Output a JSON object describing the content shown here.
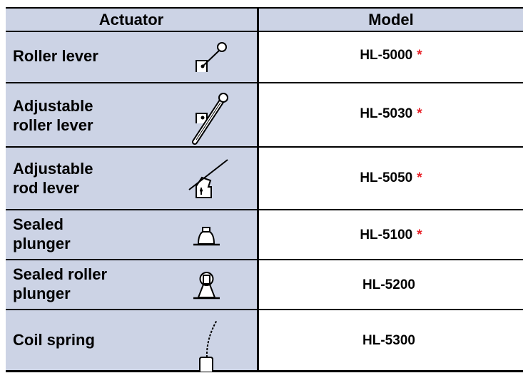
{
  "table": {
    "headers": {
      "actuator": "Actuator",
      "model": "Model"
    },
    "colors": {
      "header_fill": "#ccd3e5",
      "left_fill": "#ccd3e5",
      "star": "#e8232a"
    },
    "rows": [
      {
        "actuator_line1": "Roller lever",
        "actuator_line2": "",
        "icon": "roller-lever-icon",
        "model": "HL-5000",
        "mark": "*"
      },
      {
        "actuator_line1": "Adjustable",
        "actuator_line2": "roller lever",
        "icon": "adjustable-roller-lever-icon",
        "model": "HL-5030",
        "mark": "*"
      },
      {
        "actuator_line1": "Adjustable",
        "actuator_line2": "rod lever",
        "icon": "adjustable-rod-lever-icon",
        "model": "HL-5050",
        "mark": "*"
      },
      {
        "actuator_line1": "Sealed",
        "actuator_line2": "plunger",
        "icon": "sealed-plunger-icon",
        "model": "HL-5100",
        "mark": "*"
      },
      {
        "actuator_line1": "Sealed roller",
        "actuator_line2": "plunger",
        "icon": "sealed-roller-plunger-icon",
        "model": "HL-5200",
        "mark": ""
      },
      {
        "actuator_line1": "Coil spring",
        "actuator_line2": "",
        "icon": "coil-spring-icon",
        "model": "HL-5300",
        "mark": ""
      }
    ]
  }
}
